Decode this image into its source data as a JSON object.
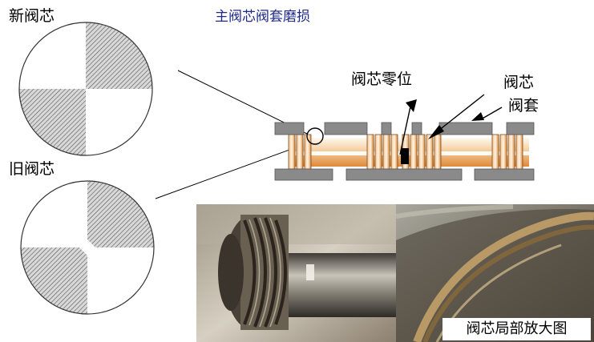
{
  "title": "主阀芯阀套磨损",
  "labels": {
    "new_spool": "新阀芯",
    "old_spool": "旧阀芯",
    "spool_zero": "阀芯零位",
    "spool": "阀芯",
    "sleeve": "阀套",
    "zoom_caption": "阀芯局部放大图"
  },
  "colors": {
    "title": "#1f2a8c",
    "hatch": "#555555",
    "plate": "#8a8a8a",
    "orange": "#e8a060"
  }
}
